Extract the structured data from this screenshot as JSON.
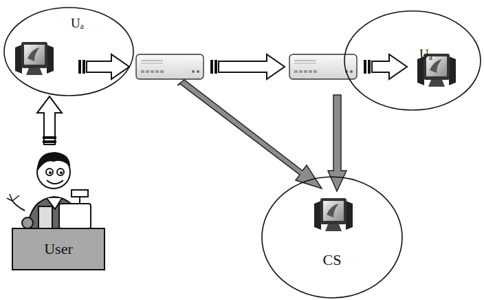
{
  "diagram": {
    "nodes": [
      {
        "text": [
          "Uₐ"
        ]
      },
      {
        "text": [
          "Uₐ"
        ]
      },
      {
        "text": [
          "User"
        ]
      },
      {
        "text": [
          "CS"
        ]
      }
    ],
    "edges": [
      {
        "from": 2,
        "to": 0,
        "arrow": "to"
      }
    ]
  }
}
